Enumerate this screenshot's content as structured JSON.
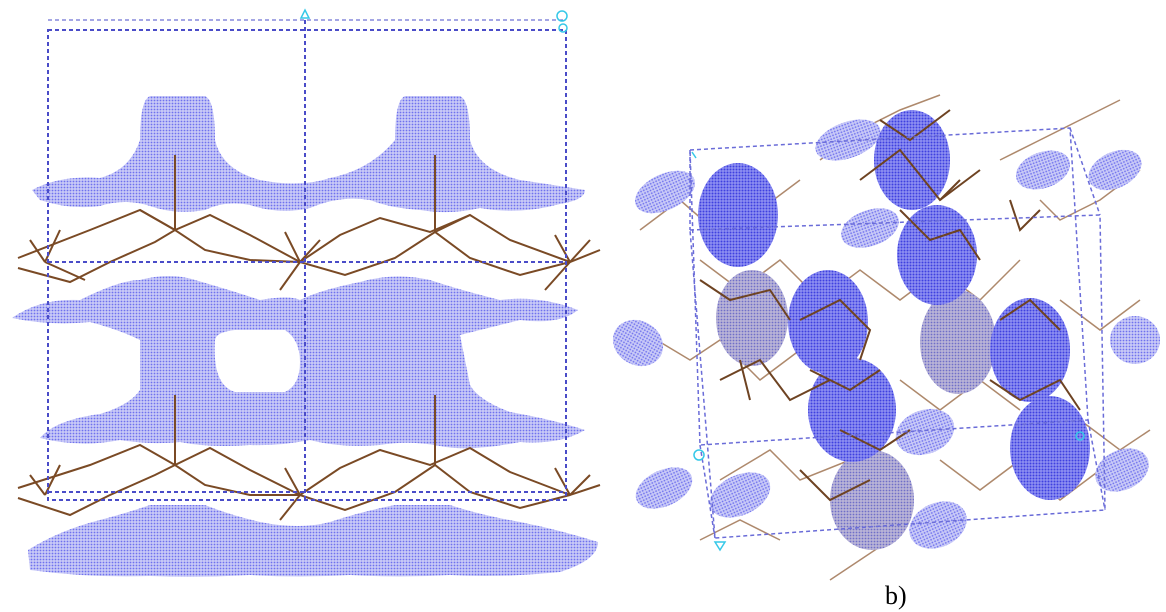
{
  "figure": {
    "panel_b_label": "b)",
    "colors": {
      "void_surface": "#5a5cf2",
      "void_surface_light": "#8c8ef7",
      "framework_bond": "#7a4a25",
      "cell_edge": "#4a4cc8",
      "axis_marker": "#35c8e8",
      "background": "#ffffff"
    },
    "panels": [
      {
        "id": "a",
        "content": "crystal-framework-with-void-surfaces",
        "label_visible": false
      },
      {
        "id": "b",
        "content": "crystal-framework-with-void-surfaces",
        "label_visible": true
      }
    ]
  }
}
